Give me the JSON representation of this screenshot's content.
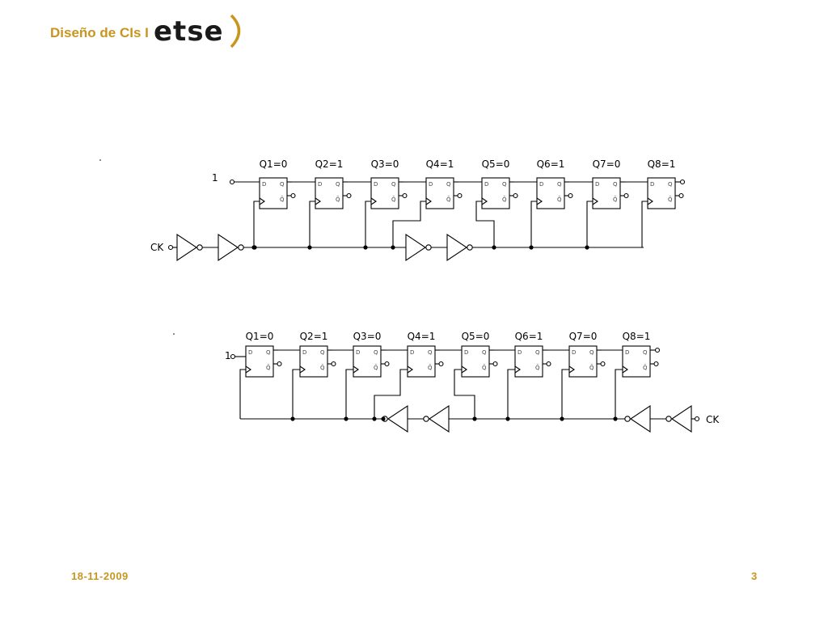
{
  "header": {
    "title": "Diseño de CIs I",
    "logo_text": "etse"
  },
  "footer": {
    "date": "18-11-2009",
    "page": "3"
  },
  "colors": {
    "accent": "#c8961e",
    "logo": "#1a1a1a"
  },
  "diagram1": {
    "input_label": "1",
    "clock_label": "CK",
    "outputs": [
      "Q1=0",
      "Q2=1",
      "Q3=0",
      "Q4=1",
      "Q5=0",
      "Q6=1",
      "Q7=0",
      "Q8=1"
    ]
  },
  "diagram2": {
    "input_label": "1",
    "clock_label": "CK",
    "outputs": [
      "Q1=0",
      "Q2=1",
      "Q3=0",
      "Q4=1",
      "Q5=0",
      "Q6=1",
      "Q7=0",
      "Q8=1"
    ]
  },
  "pins": {
    "d": "D",
    "q": "Q",
    "qn": "Q̄"
  }
}
